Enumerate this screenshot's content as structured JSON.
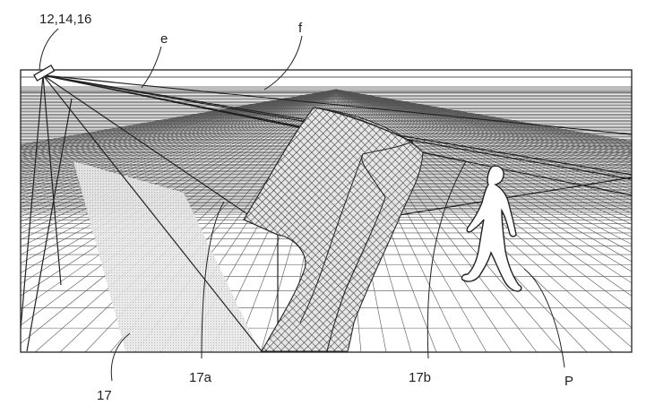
{
  "labels": {
    "device": "12,14,16",
    "e": "e",
    "f": "f",
    "region_17": "17",
    "region_17a": "17a",
    "region_17b": "17b",
    "person": "P"
  },
  "colors": {
    "line": "#222222",
    "grid": "#555555",
    "hatch": "#333333",
    "shade": "#c8c8c8",
    "background": "#ffffff"
  },
  "icons": {
    "person": "walking-person-icon",
    "device": "device-icon"
  }
}
